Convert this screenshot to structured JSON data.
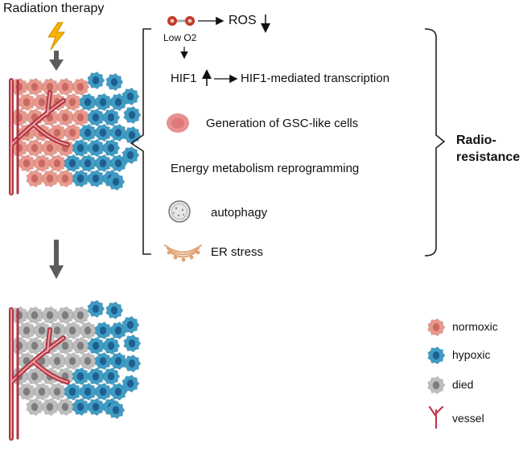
{
  "header": {
    "title": "Radiation therapy"
  },
  "mechanisms": {
    "oxygen_label": "Low O2",
    "ros_label": "ROS",
    "hif1_label": "HIF1",
    "hif1_transcription": "HIF1-mediated transcription",
    "gsc_label": "Generation of GSC-like cells",
    "energy_label": "Energy metabolism reprogramming",
    "autophagy_label": "autophagy",
    "er_label": "ER stress"
  },
  "outcome": {
    "line1": "Radio-",
    "line2": "resistance"
  },
  "legend": {
    "items": [
      {
        "key": "normoxic",
        "label": "normoxic",
        "color": "#e8988c"
      },
      {
        "key": "hypoxic",
        "label": "hypoxic",
        "color": "#3f9cc4"
      },
      {
        "key": "died",
        "label": "died",
        "color": "#bdbdbd"
      },
      {
        "key": "vessel",
        "label": "vessel",
        "color": "#c0394a"
      }
    ]
  },
  "colors": {
    "normoxic_fill": "#e8988c",
    "normoxic_nucleus": "#c96a62",
    "hypoxic_fill": "#3f9cc4",
    "hypoxic_nucleus": "#1f5f8f",
    "died_fill": "#bdbdbd",
    "died_nucleus": "#7d7d7d",
    "vessel": "#b23444",
    "vessel_light": "#e9a0a0",
    "arrow_gray": "#5c5c5c",
    "oxygen_red": "#c0392b",
    "lightning": "#f4b400"
  }
}
